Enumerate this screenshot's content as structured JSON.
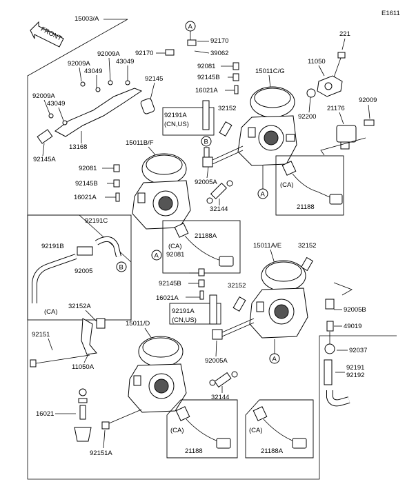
{
  "diagram_code": "E1611",
  "front_label": "FRONT",
  "callouts": [
    "A",
    "B"
  ],
  "labels": {
    "p15003A": "15003/A",
    "p221": "221",
    "p92170a": "92170",
    "p92170b": "92170",
    "p39062": "39062",
    "p92009A_a": "92009A",
    "p92009A_b": "92009A",
    "p92009A_c": "92009A",
    "p43049_a": "43049",
    "p43049_b": "43049",
    "p43049_c": "43049",
    "p92081_a": "92081",
    "p92145B_a": "92145B",
    "p16021A_a": "16021A",
    "p15011CG": "15011C/G",
    "p11050": "11050",
    "p92145": "92145",
    "p92200": "92200",
    "p21176": "21176",
    "p92009": "92009",
    "p92191A_a": "92191A",
    "p32152_a": "32152",
    "p13168": "13168",
    "p92145A": "92145A",
    "p15011BF": "15011B/F",
    "p92081_b": "92081",
    "p92145B_b": "92145B",
    "p16021A_b": "16021A",
    "p92005A_a": "92005A",
    "p32144_a": "32144",
    "p21188_a": "21188",
    "p92191C": "92191C",
    "p92191B": "92191B",
    "p92005": "92005",
    "p21188A_a": "21188A",
    "p15011AE": "15011A/E",
    "p32152_b": "32152",
    "p92081_c": "92081",
    "p92145B_c": "92145B",
    "p16021A_c": "16021A",
    "p32152_c": "32152",
    "p92191A_b": "92191A",
    "p92005B": "92005B",
    "p49019": "49019",
    "p32152A": "32152A",
    "p15011D": "15011/D",
    "p92151": "92151",
    "p92037": "92037",
    "p11050A": "11050A",
    "p92005A_b": "92005A",
    "p92191": "92191",
    "p92192": "92192",
    "p32144_b": "32144",
    "p16021": "16021",
    "p92151A": "92151A",
    "p21188_b": "21188",
    "p21188A_b": "21188A"
  },
  "box_notes": {
    "cnus_a": "(CN,US)",
    "cnus_b": "(CN,US)",
    "ca_a": "(CA)",
    "ca_b": "(CA)",
    "ca_c": "(CA)",
    "ca_d": "(CA)",
    "ca_e": "(CA)"
  }
}
